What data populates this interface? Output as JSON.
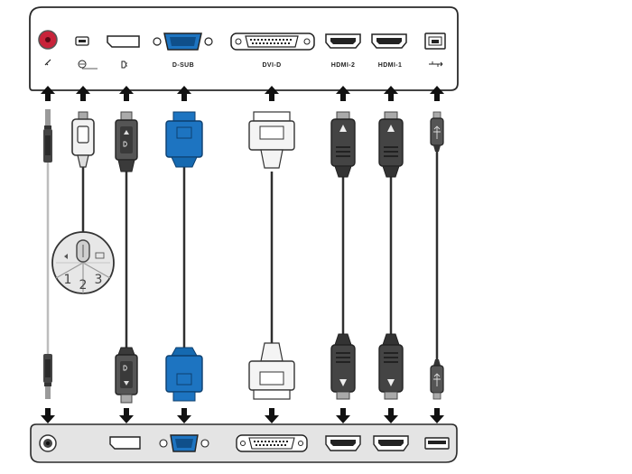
{
  "panel_labels": {
    "dsub": "D-SUB",
    "dvid": "DVI-D",
    "hdmi2": "HDMI-2",
    "hdmi1": "HDMI-1"
  },
  "controller": {
    "buttons": [
      "1",
      "2",
      "3"
    ]
  },
  "monitor_panel": {
    "ports": [
      {
        "id": "audio",
        "icon": "headphone-jack-icon"
      },
      {
        "id": "sd-controller",
        "icon": "controller-port-icon"
      },
      {
        "id": "displayport",
        "icon": "displayport-icon"
      },
      {
        "id": "dsub",
        "icon": "vga-port-icon"
      },
      {
        "id": "dvid",
        "icon": "dvi-port-icon"
      },
      {
        "id": "hdmi2",
        "icon": "hdmi-port-icon"
      },
      {
        "id": "hdmi1",
        "icon": "hdmi-port-icon"
      },
      {
        "id": "usb",
        "icon": "usb-b-port-icon"
      }
    ]
  },
  "pc_panel": {
    "ports": [
      {
        "id": "audio",
        "icon": "audio-jack-icon"
      },
      {
        "id": "displayport",
        "icon": "displayport-icon"
      },
      {
        "id": "dsub",
        "icon": "vga-port-icon"
      },
      {
        "id": "dvid",
        "icon": "dvi-port-icon"
      },
      {
        "id": "hdmi2",
        "icon": "hdmi-port-icon"
      },
      {
        "id": "hdmi1",
        "icon": "hdmi-port-icon"
      },
      {
        "id": "usb",
        "icon": "usb-a-port-icon"
      }
    ]
  },
  "colors": {
    "panel_fill": "#ffffff",
    "panel_stroke": "#2a2a2a",
    "pc_panel_fill": "#e4e4e4",
    "audio_jack": "#c8233a",
    "vga_blue": "#1d74c1",
    "dark_connector": "#3c3c3c",
    "arrow": "#111111",
    "cable": "#2f2f2f"
  }
}
